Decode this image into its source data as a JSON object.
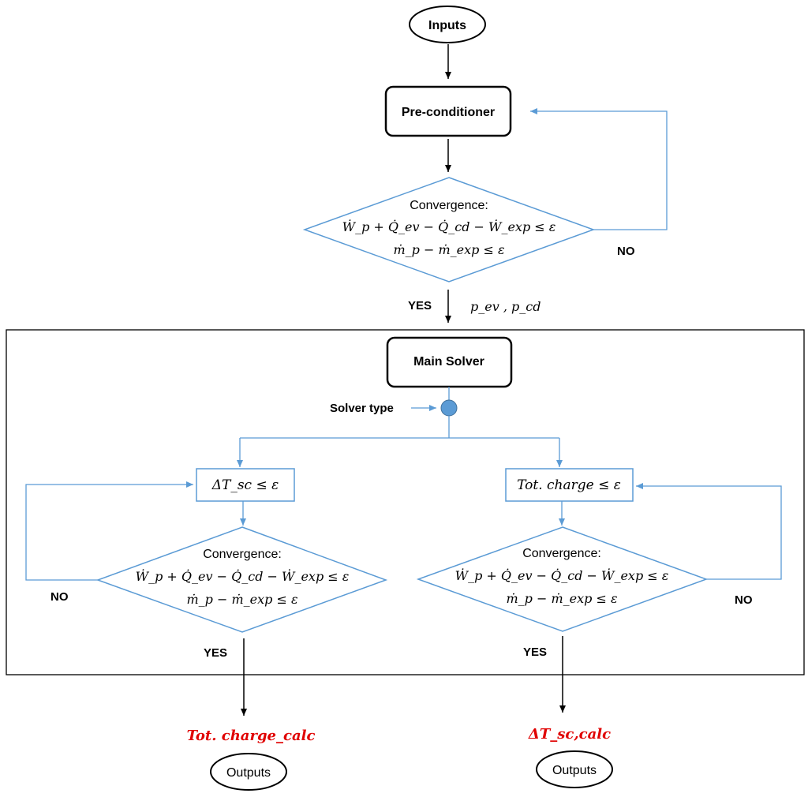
{
  "inputs": "Inputs",
  "preconditioner": "Pre-conditioner",
  "convergence": {
    "title": "Convergence:",
    "eq1": "Ẇ_p + Q̇_ev − Q̇_cd − Ẇ_exp ≤ ε",
    "eq2": "ṁ_p − ṁ_exp ≤ ε"
  },
  "labels": {
    "no": "NO",
    "yes": "YES",
    "pressures": "p_ev , p_cd",
    "solver_type": "Solver type"
  },
  "main_solver": "Main Solver",
  "left_branch": {
    "criterion": "ΔT_sc ≤ ε",
    "result": "Tot. charge_calc",
    "outputs": "Outputs"
  },
  "right_branch": {
    "criterion": "Tot. charge ≤ ε",
    "result": "ΔT_sc,calc",
    "outputs": "Outputs"
  },
  "colors": {
    "line_blue": "#5b9bd5",
    "arrow_black": "#000000",
    "result_red": "#e00000",
    "node_fill": "#5b9bd5"
  }
}
